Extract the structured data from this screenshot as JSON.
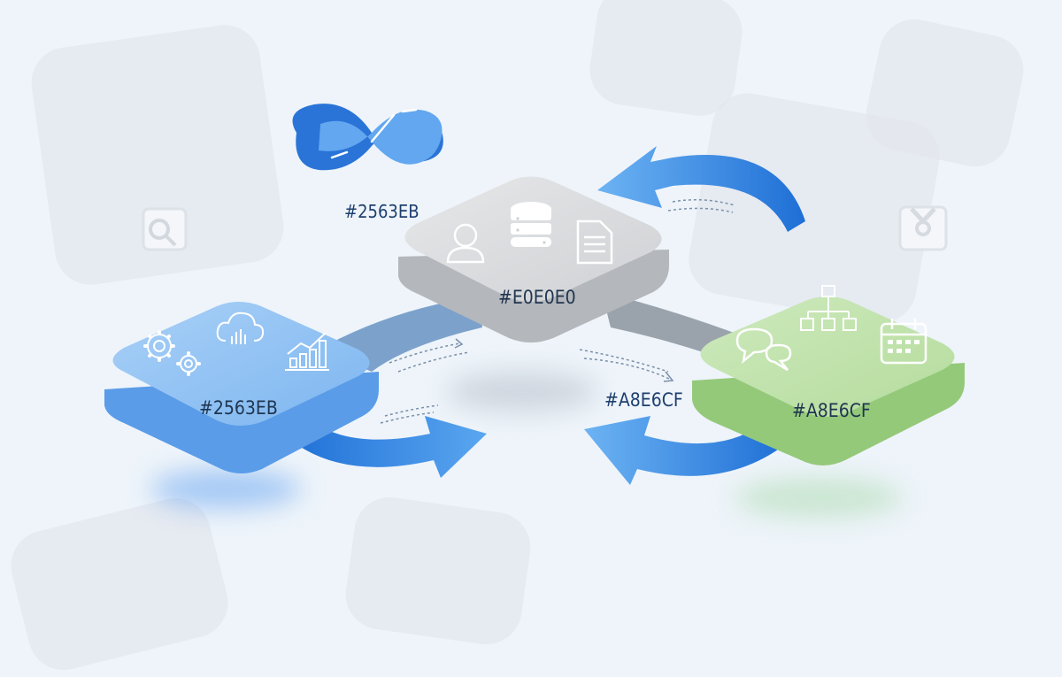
{
  "diagram": {
    "title_logo": {
      "icon": "infinity-loop-icon",
      "label": "#2563EB"
    },
    "nodes": [
      {
        "id": "left",
        "label": "#2563EB",
        "color": "#2563EB",
        "icons": [
          "gears-icon",
          "cloud-analytics-icon",
          "bar-chart-growth-icon"
        ]
      },
      {
        "id": "center",
        "label": "#E0E0E0",
        "color": "#E0E0E0",
        "icons": [
          "user-icon",
          "database-icon",
          "document-icon"
        ]
      },
      {
        "id": "right",
        "label": "#A8E6CF",
        "color": "#A8E6CF",
        "icons": [
          "chat-bubbles-icon",
          "org-chart-icon",
          "calendar-icon"
        ]
      }
    ],
    "floating_label": "#A8E6CF",
    "decorative_icons": [
      "search-icon",
      "package-icon"
    ],
    "connectors": [
      {
        "from": "left",
        "to": "center",
        "style": "dashed-flow"
      },
      {
        "from": "center",
        "to": "right",
        "style": "dashed-flow"
      },
      {
        "from": "left",
        "to": "right",
        "style": "curved-arrow"
      },
      {
        "from": "right",
        "to": "left",
        "style": "curved-arrow"
      },
      {
        "from": "right",
        "to": "center",
        "style": "curved-arrow"
      }
    ]
  }
}
